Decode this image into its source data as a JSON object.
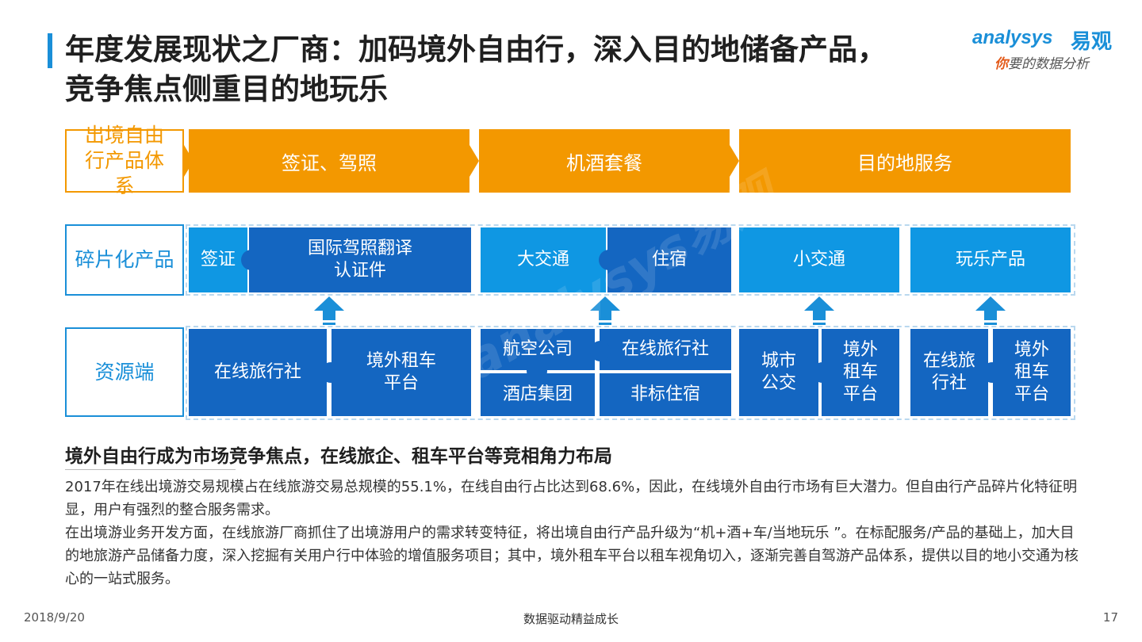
{
  "header": {
    "title_line1": "年度发展现状之厂商：加码境外自由行，深入目的地储备产品，",
    "title_line2": "竞争焦点侧重目的地玩乐"
  },
  "logo": {
    "brand_en": "analysys",
    "brand_cn": "易观",
    "tagline_accent": "你",
    "tagline_rest": "要的数据分析"
  },
  "diagram": {
    "rows": {
      "system_label": "出境自由行产品体系",
      "fragment_label": "碎片化产品",
      "resource_label": "资源端"
    },
    "system": [
      "签证、驾照",
      "机酒套餐",
      "目的地服务"
    ],
    "fragments": {
      "visa": "签证",
      "license_translation": "国际驾照翻译认证件",
      "transport": "大交通",
      "lodging": "住宿",
      "local_transport": "小交通",
      "activities": "玩乐产品"
    },
    "resources": {
      "g1_ota": "在线旅行社",
      "g1_car": "境外租车平台",
      "g2_airline": "航空公司",
      "g2_ota": "在线旅行社",
      "g2_hotel": "酒店集团",
      "g2_nonstd": "非标住宿",
      "g3_transit": "城市公交",
      "g3_car": "境外租车平台",
      "g4_ota": "在线旅行社",
      "g4_car": "境外租车平台"
    },
    "watermark": "analysys易观"
  },
  "summary": {
    "headline": "境外自由行成为市场竞争焦点，在线旅企、租车平台等竞相角力布局",
    "paragraph1": "2017年在线出境游交易规模占在线旅游交易总规模的55.1%，在线自由行占比达到68.6%，因此，在线境外自由行市场有巨大潜力。但自由行产品碎片化特征明显，用户有强烈的整合服务需求。",
    "paragraph2": "在出境游业务开发方面，在线旅游厂商抓住了出境游用户的需求转变特征，将出境自由行产品升级为“机+酒+车/当地玩乐 ”。在标配服务/产品的基础上，加大目的地旅游产品储备力度，深入挖掘有关用户行中体验的增值服务项目；其中，境外租车平台以租车视角切入，逐渐完善自驾游产品体系，提供以目的地小交通为核心的一站式服务。"
  },
  "footer": {
    "date": "2018/9/20",
    "slogan": "数据驱动精益成长",
    "page": "17"
  },
  "colors": {
    "orange": "#f39800",
    "light_blue": "#0f97e3",
    "dark_blue": "#1466c1",
    "accent": "#1a8fd8"
  }
}
